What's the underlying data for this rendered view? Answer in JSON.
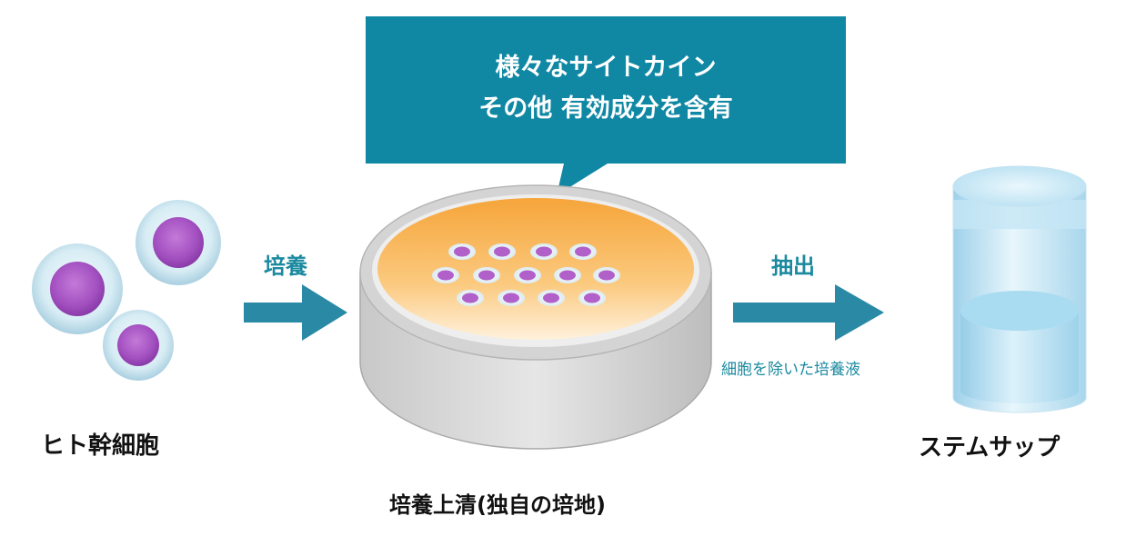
{
  "callout": {
    "line1": "様々なサイトカイン",
    "line2": "その他 有効成分を含有",
    "color": "#1088a4"
  },
  "labels": {
    "stem_cells": "ヒト幹細胞",
    "culture": "培養",
    "extraction": "抽出",
    "extraction_note": "細胞を除いた培養液",
    "supernatant": "培養上清(独自の培地)",
    "product": "ステムサップ"
  },
  "colors": {
    "arrow": "#2a8aa6",
    "label_accent": "#1b8aa0",
    "cell_nucleus": "#b15fc9",
    "dish_medium": "#f7b04a"
  },
  "icons": {
    "stem_cells": "cell-icon",
    "dish": "petri-dish-icon",
    "product": "jar-icon"
  }
}
